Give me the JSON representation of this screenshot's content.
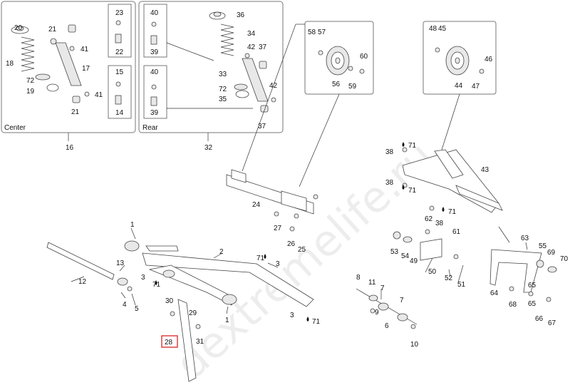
{
  "captions": {
    "center": "Center",
    "rear": "Rear"
  },
  "group_labels": {
    "center": "16",
    "rear": "32"
  },
  "highlighted_part": "28",
  "watermark": "dextremelife.ru",
  "callouts": [
    {
      "label": "20"
    },
    {
      "label": "21"
    },
    {
      "label": "41"
    },
    {
      "label": "18"
    },
    {
      "label": "17"
    },
    {
      "label": "72"
    },
    {
      "label": "19"
    },
    {
      "label": "41"
    },
    {
      "label": "21"
    },
    {
      "label": "23"
    },
    {
      "label": "22"
    },
    {
      "label": "15"
    },
    {
      "label": "14"
    },
    {
      "label": "40"
    },
    {
      "label": "39"
    },
    {
      "label": "40"
    },
    {
      "label": "39"
    },
    {
      "label": "36"
    },
    {
      "label": "34"
    },
    {
      "label": "42"
    },
    {
      "label": "37"
    },
    {
      "label": "33"
    },
    {
      "label": "72"
    },
    {
      "label": "35"
    },
    {
      "label": "42"
    },
    {
      "label": "37"
    },
    {
      "label": "58"
    },
    {
      "label": "57"
    },
    {
      "label": "60"
    },
    {
      "label": "56"
    },
    {
      "label": "59"
    },
    {
      "label": "48"
    },
    {
      "label": "45"
    },
    {
      "label": "46"
    },
    {
      "label": "44"
    },
    {
      "label": "47"
    },
    {
      "label": "38"
    },
    {
      "label": "71"
    },
    {
      "label": "43"
    },
    {
      "label": "38"
    },
    {
      "label": "71"
    },
    {
      "label": "71"
    },
    {
      "label": "62"
    },
    {
      "label": "38"
    },
    {
      "label": "61"
    },
    {
      "label": "24"
    },
    {
      "label": "27"
    },
    {
      "label": "26"
    },
    {
      "label": "25"
    },
    {
      "label": "1"
    },
    {
      "label": "2"
    },
    {
      "label": "12"
    },
    {
      "label": "13"
    },
    {
      "label": "71"
    },
    {
      "label": "3"
    },
    {
      "label": "3"
    },
    {
      "label": "71"
    },
    {
      "label": "4"
    },
    {
      "label": "5"
    },
    {
      "label": "30"
    },
    {
      "label": "29"
    },
    {
      "label": "31"
    },
    {
      "label": "1"
    },
    {
      "label": "3"
    },
    {
      "label": "71"
    },
    {
      "label": "8"
    },
    {
      "label": "11"
    },
    {
      "label": "7"
    },
    {
      "label": "7"
    },
    {
      "label": "9"
    },
    {
      "label": "6"
    },
    {
      "label": "10"
    },
    {
      "label": "53"
    },
    {
      "label": "54"
    },
    {
      "label": "49"
    },
    {
      "label": "50"
    },
    {
      "label": "52"
    },
    {
      "label": "51"
    },
    {
      "label": "63"
    },
    {
      "label": "55"
    },
    {
      "label": "69"
    },
    {
      "label": "70"
    },
    {
      "label": "65"
    },
    {
      "label": "64"
    },
    {
      "label": "68"
    },
    {
      "label": "65"
    },
    {
      "label": "66"
    },
    {
      "label": "67"
    }
  ]
}
